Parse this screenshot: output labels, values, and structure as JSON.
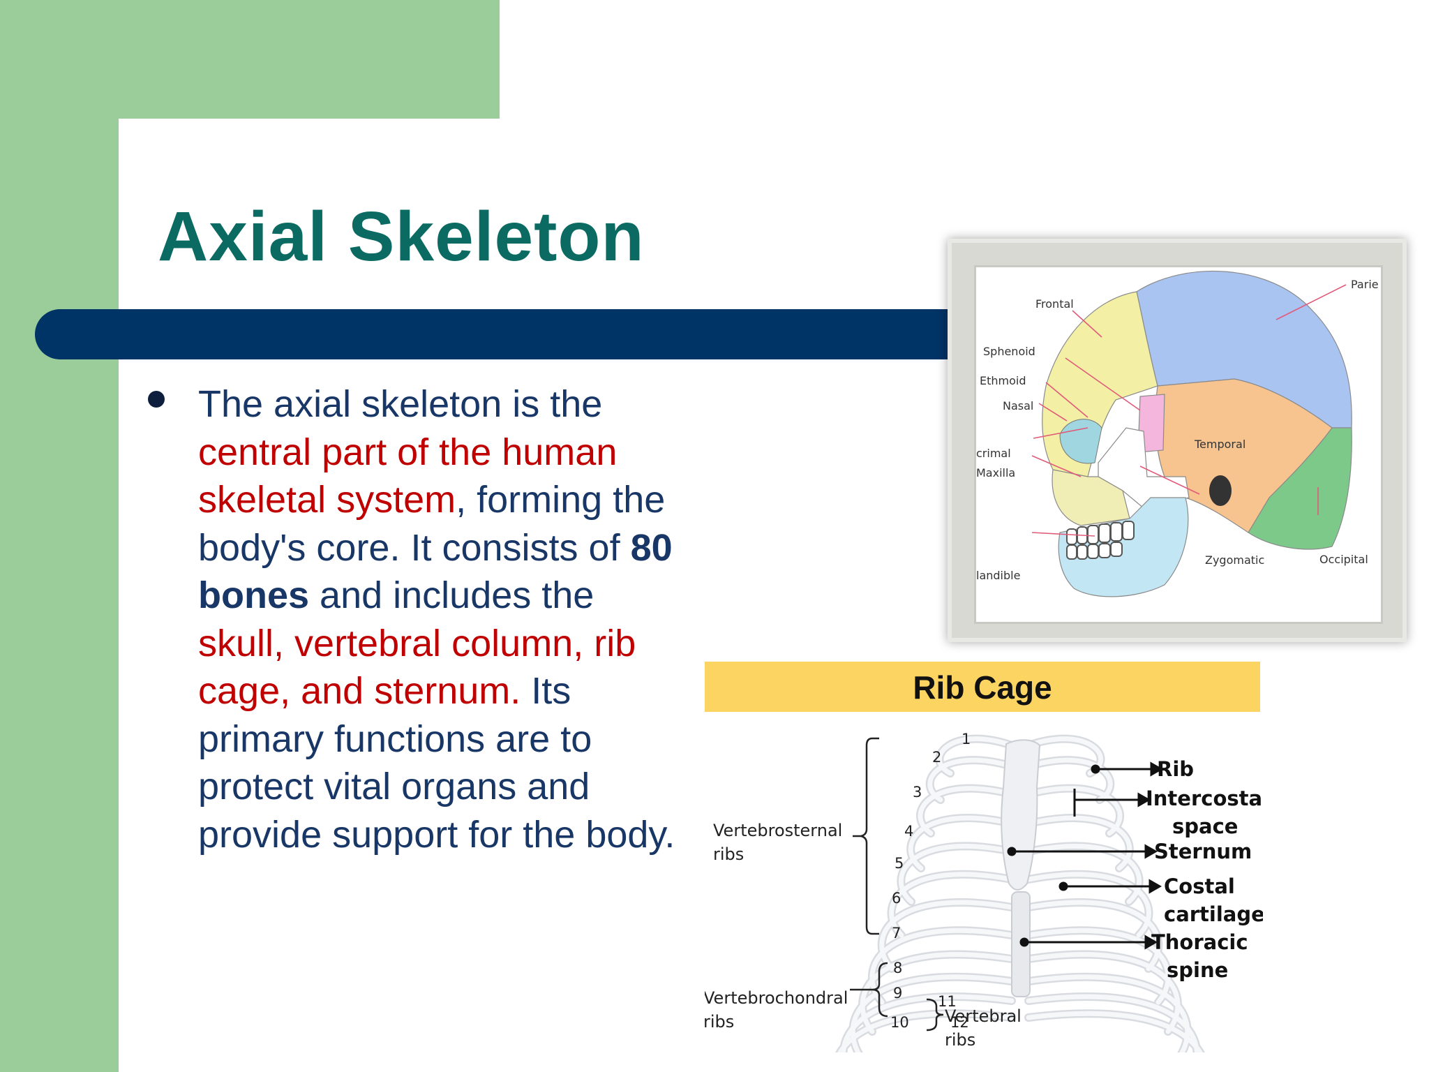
{
  "slide": {
    "title": "Axial Skeleton",
    "paragraph": [
      {
        "text": "The axial skeleton is the ",
        "style": "normal"
      },
      {
        "text": "central part of the human skeletal system",
        "style": "red"
      },
      {
        "text": ", forming the body's core. It consists of ",
        "style": "normal"
      },
      {
        "text": "80 bones",
        "style": "bold"
      },
      {
        "text": " and includes the ",
        "style": "normal"
      },
      {
        "text": "skull, vertebral column, rib cage, and sternum.",
        "style": "red"
      },
      {
        "text": " Its primary functions are to protect vital organs and provide support for the body.",
        "style": "normal"
      }
    ]
  },
  "skull_figure": {
    "labels": {
      "frontal": "Frontal",
      "sphenoid": "Sphenoid",
      "ethmoid": "Ethmoid",
      "nasal": "Nasal",
      "lacrimal": "crimal",
      "maxilla": "Maxilla",
      "mandible": "landible",
      "temporal": "Temporal",
      "zygomatic": "Zygomatic",
      "occipital": "Occipital",
      "parietal": "Parie"
    },
    "colors": {
      "frontal": "#f3f0a6",
      "parietal": "#a9c4f1",
      "temporal": "#f7c48f",
      "occipital": "#7cc98a",
      "mandible": "#c2e6f3",
      "sphenoid": "#f4b6dc",
      "zygomatic": "#ffffff",
      "maxilla": "#f0eeb4"
    }
  },
  "rib_figure": {
    "title": "Rib Cage",
    "groups": {
      "vertebrosternal": [
        "Vertebrosternal",
        "ribs"
      ],
      "vertebrochondral": [
        "Vertebrochondral",
        "ribs"
      ],
      "vertebral": [
        "Vertebral",
        "ribs"
      ]
    },
    "rib_numbers": [
      "1",
      "2",
      "3",
      "4",
      "5",
      "6",
      "7",
      "8",
      "9",
      "10",
      "11",
      "12"
    ],
    "callouts": [
      {
        "lines": [
          "Rib"
        ],
        "color": "#2e7d32"
      },
      {
        "lines": [
          "Intercostal",
          "space"
        ],
        "color": "#111111"
      },
      {
        "lines": [
          "Sternum"
        ],
        "color": "#1f86b8"
      },
      {
        "lines": [
          "Costal",
          "cartilage"
        ],
        "color": "#111111"
      },
      {
        "lines": [
          "Thoracic",
          "spine"
        ],
        "color": "#b22222"
      }
    ]
  }
}
